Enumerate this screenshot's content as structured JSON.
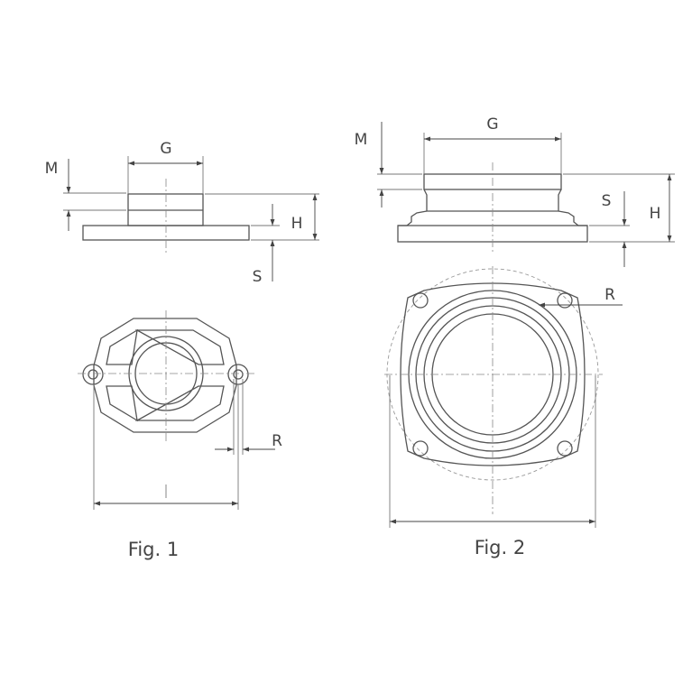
{
  "fig1": {
    "caption": "Fig. 1",
    "labels": {
      "m": "M",
      "g": "G",
      "h": "H",
      "s": "S",
      "r": "R"
    }
  },
  "fig2": {
    "caption": "Fig. 2",
    "labels": {
      "m": "M",
      "g": "G",
      "h": "H",
      "s": "S",
      "r": "R"
    }
  },
  "colors": {
    "line": "#555555",
    "text": "#444444",
    "background": "#ffffff"
  }
}
